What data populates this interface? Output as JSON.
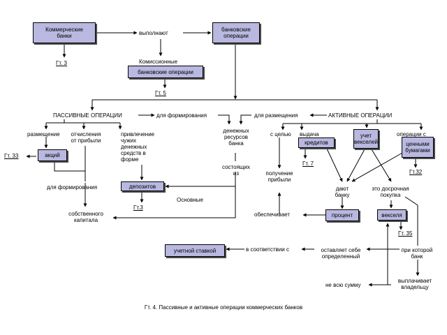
{
  "nodes": {
    "commercial_banks": "Коммерческие\nбанки",
    "bank_operations": "банковские\nоперации",
    "commission_operations": "банковские операции",
    "credits": "кредитов",
    "bill_discount": "учет\nвекселей",
    "securities": "ценными\nбумагами",
    "shares": "акций",
    "deposits": "депозитов",
    "interest": "процент",
    "bill": "векселя",
    "discount_rate": "учетной ставкой"
  },
  "labels": {
    "perform": "выполнают",
    "commission": "Комиссионные",
    "passive_ops": "ПАССИВНЫЕ ОПЕРАЦИИ",
    "for_forming": "для формирования",
    "for_placing": "для размещения",
    "active_ops": "АКТИВНЫЕ ОПЕРАЦИИ",
    "placement": "размещение",
    "profit_deductions": "отчисления\nот прибыли",
    "attracting_funds": "привлечение\nчужих\nденежных\nсредств в\nформе",
    "money_resources": "денежных\nресурсов\nбанка",
    "consisting_of": "состоящих\nиз",
    "for_forming_2": "для формирования",
    "own_capital": "собственного\nкапитала",
    "main": "Основные",
    "purpose": "с целью",
    "profit": "получение\nприбыли",
    "provides": "обеспечивает",
    "issue": "выдача",
    "ops_with": "операции с",
    "give_bank": "дают\nбанку",
    "early_purchase": "это досрочная\nпокупка",
    "according_to": "в соответствии с",
    "leaves_bank": "оставляет себе\nопределенный",
    "at_which_bank": "при которой\nбанк",
    "pays_owner": "выплачивает\nвладельцу",
    "not_full_sum": "не всю сумму"
  },
  "refs": {
    "g3a": "Гт. 3",
    "g5": "Гт. 5",
    "g33": "Гт. 33",
    "g7": "Гт. 7",
    "g32": "Гт.32",
    "g3b": "Гт.3",
    "g35": "Гт. 35"
  },
  "caption": "Гт. 4. Пассивные и активные операции коммерческих банков"
}
